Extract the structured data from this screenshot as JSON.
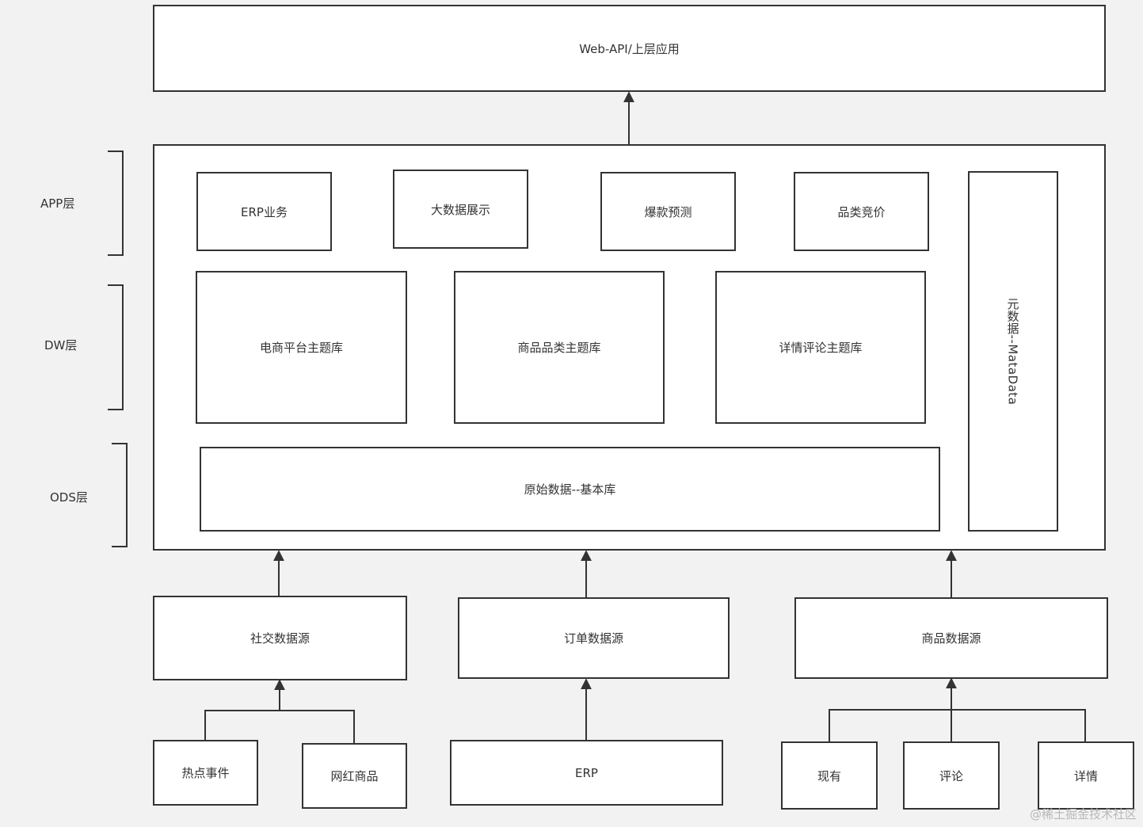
{
  "diagram": {
    "top": {
      "web_api": "Web-API/上层应用"
    },
    "layers": {
      "app": "APP层",
      "dw": "DW层",
      "ods": "ODS层"
    },
    "app_boxes": {
      "erp_business": "ERP业务",
      "big_data_display": "大数据展示",
      "hot_item_prediction": "爆款预测",
      "category_pricing": "品类竞价"
    },
    "dw_boxes": {
      "ecommerce_platform": "电商平台主题库",
      "product_category": "商品品类主题库",
      "detail_review": "详情评论主题库"
    },
    "ods_box": "原始数据--基本库",
    "metadata": "元数据--MataData",
    "sources": {
      "social": "社交数据源",
      "order": "订单数据源",
      "product": "商品数据源"
    },
    "inputs": {
      "hot_events": "热点事件",
      "influencer_products": "网红商品",
      "erp": "ERP",
      "existing": "现有",
      "reviews": "评论",
      "details": "详情"
    },
    "colors": {
      "line": "#333333",
      "background": "#f2f2f2",
      "box": "#ffffff"
    }
  },
  "watermark": "@稀土掘金技术社区"
}
